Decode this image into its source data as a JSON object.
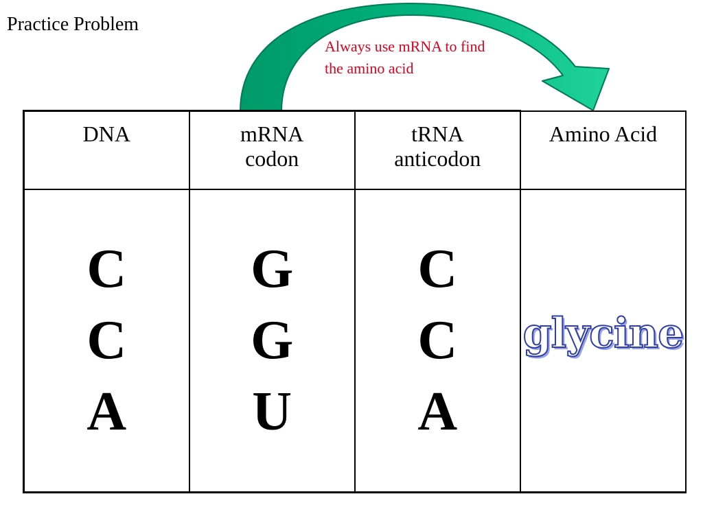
{
  "slide": {
    "title": "Practice Problem",
    "callout_line1": "Always use mRNA to find",
    "callout_line2": "the amino acid"
  },
  "table": {
    "headers": [
      {
        "line1": "DNA",
        "line2": ""
      },
      {
        "line1": "mRNA",
        "line2": "codon"
      },
      {
        "line1": "tRNA",
        "line2": "anticodon"
      },
      {
        "line1": "Amino Acid",
        "line2": ""
      }
    ],
    "dna": [
      "C",
      "C",
      "A"
    ],
    "mrna_codon": [
      "G",
      "G",
      "U"
    ],
    "trna_anticodon": [
      "C",
      "C",
      "A"
    ],
    "amino_acid": "glycine"
  },
  "colors": {
    "callout_text": "#e0001b",
    "arrow_fill": "#00b07a",
    "arrow_fill_light": "#1fd39a",
    "arrow_stroke": "#007a55",
    "glycine_fill": "#ffffff",
    "glycine_outline": "#2e3da8",
    "glycine_shadow": "#9aa3e0",
    "table_border": "#000000"
  },
  "icons": {
    "arrow": "curved-arrow-icon"
  }
}
